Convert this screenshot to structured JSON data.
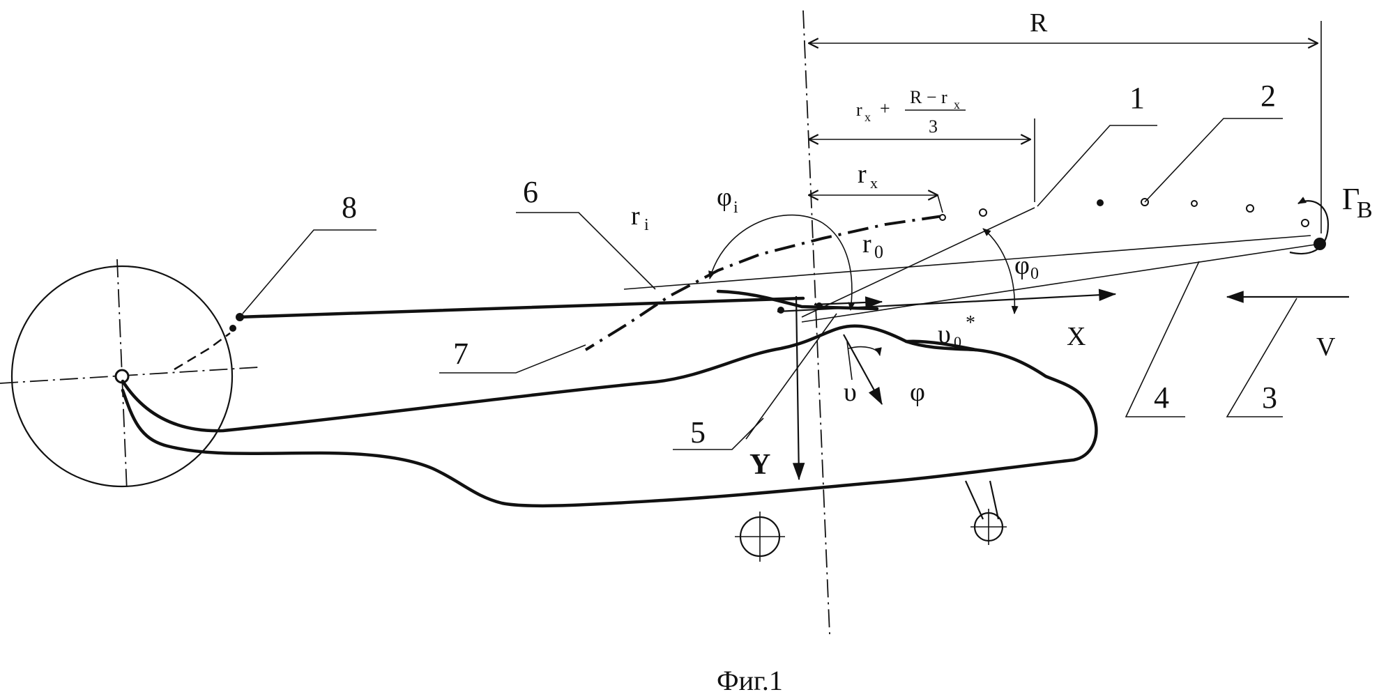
{
  "figure": {
    "caption": "Фиг.1"
  },
  "dimensions": {
    "R": "R",
    "rx": "r",
    "rx_sub": "x",
    "formula_prefix": "r",
    "formula_prefix_sub": "x",
    "formula_plus": "+",
    "formula_numerator": "R − r",
    "formula_numerator_sub": "x",
    "formula_denominator": "3"
  },
  "symbols": {
    "r_i": "r",
    "r_i_sub": "i",
    "phi_i": "φ",
    "phi_i_sub": "i",
    "r_0": "r",
    "r_0_sub": "0",
    "phi_0": "φ",
    "phi_0_sub": "0",
    "upsilon_0": "υ",
    "upsilon_0_sub": "0",
    "upsilon_0_sup": "*",
    "upsilon": "υ",
    "phi": "φ",
    "gamma_B": "Г",
    "gamma_B_sub": "В"
  },
  "axes": {
    "x": "X",
    "y": "Y",
    "v": "V"
  },
  "callouts": [
    "1",
    "2",
    "3",
    "4",
    "5",
    "6",
    "7",
    "8"
  ]
}
